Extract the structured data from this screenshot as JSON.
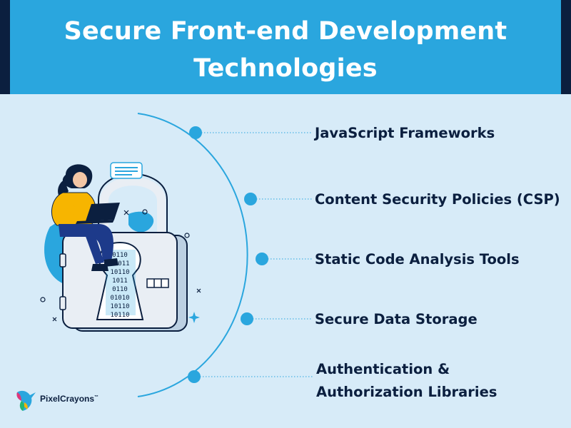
{
  "title": "Secure Front-end Development Technologies",
  "items": [
    {
      "label": "JavaScript Frameworks"
    },
    {
      "label": "Content Security Policies (CSP)"
    },
    {
      "label": "Static Code Analysis Tools"
    },
    {
      "label": "Secure Data Storage"
    },
    {
      "label": "Authentication & Authorization Libraries"
    }
  ],
  "brand": {
    "name": "PixelCrayons",
    "trademark": "™"
  },
  "illustration": {
    "binary_rows": [
      "0110",
      "01011",
      "10110",
      "1011",
      "0110",
      "01010",
      "10110",
      "10110"
    ]
  },
  "colors": {
    "header": "#2aa6de",
    "header_edge": "#0b1f3f",
    "background": "#d7ebf8",
    "node": "#2aa6de",
    "text": "#0b1f3f"
  },
  "icons": [
    "lock-icon",
    "person-icon",
    "laptop-icon",
    "chat-bubble-icon",
    "hummingbird-logo-icon"
  ]
}
